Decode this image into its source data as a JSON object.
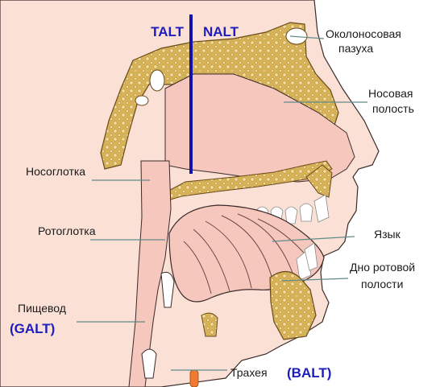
{
  "top_labels": {
    "left": "TALT",
    "right": "NALT"
  },
  "labels": {
    "sinus_line1": "Околоносовая",
    "sinus_line2": "пазуха",
    "nasal_line1": "Носовая",
    "nasal_line2": "полость",
    "nasopharynx": "Носоглотка",
    "oropharynx": "Ротоглотка",
    "tongue": "Язык",
    "floor_line1": "Дно ротовой",
    "floor_line2": "полости",
    "esophagus": "Пищевод",
    "esophagus_tag": "(GALT)",
    "trachea": "Трахея",
    "trachea_tag": "(BALT)"
  },
  "colors": {
    "background": "#ffffff",
    "skin": "#fbe0d6",
    "tissue": "#f6c7bc",
    "bone": "#d8b256",
    "bone_dot": "#f2dca0",
    "accent_line": "#1212a8",
    "label_blue": "#1d1dbd",
    "leader": "#5f8a8a"
  }
}
